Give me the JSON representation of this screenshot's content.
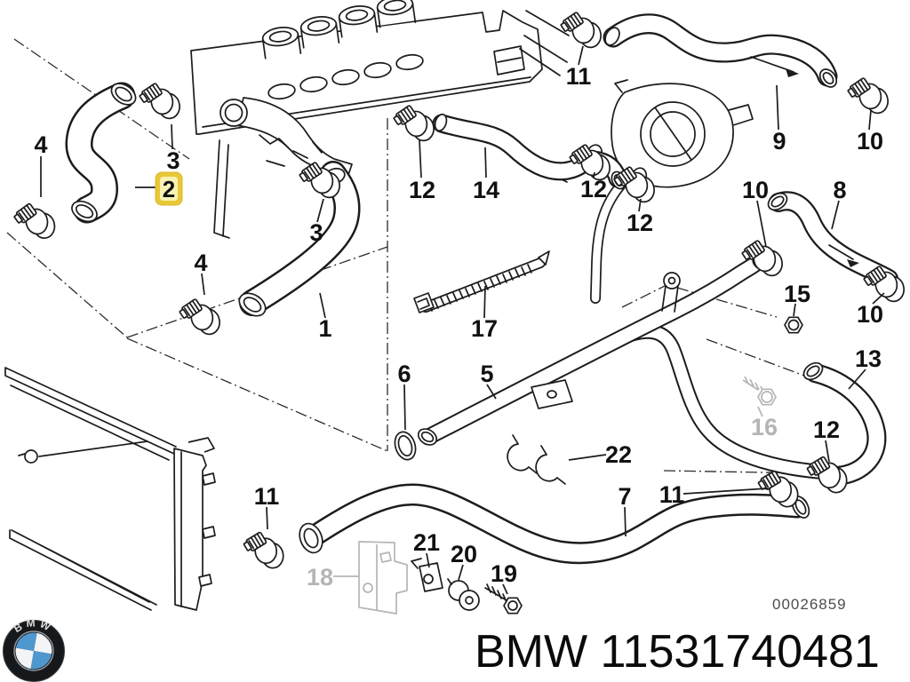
{
  "diagram": {
    "drawing_number": "00026859",
    "highlighted_callout": "2",
    "callouts": [
      "4",
      "3",
      "12",
      "14",
      "11",
      "12",
      "12",
      "9",
      "10",
      "10",
      "8",
      "3",
      "4",
      "1",
      "15",
      "10",
      "17",
      "13",
      "6",
      "5",
      "16",
      "22",
      "12",
      "7",
      "11",
      "11",
      "18",
      "21",
      "20",
      "19"
    ],
    "colors": {
      "line": "#1c1c1c",
      "muted_label": "#b5b5b5",
      "highlight_border": "#e9c838",
      "highlight_fill": "#f9f2b4"
    }
  },
  "footer": {
    "caption": "BMW 11531740481",
    "logo_text": "BMW",
    "logo_colors": {
      "blue": "#4e97cf",
      "dark": "#16191c"
    }
  }
}
